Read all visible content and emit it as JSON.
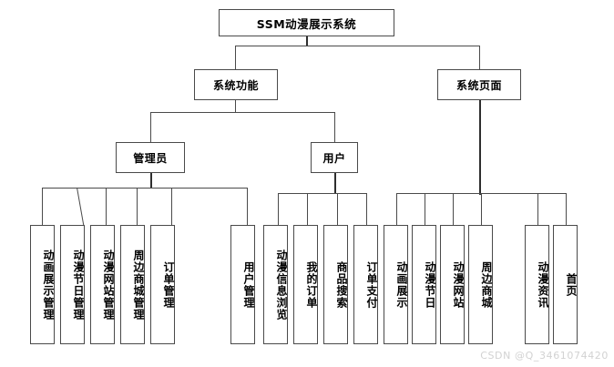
{
  "diagram": {
    "title": "SSM动漫展示系统",
    "type": "tree",
    "nodes": {
      "root": {
        "label": "SSM动漫展示系统",
        "orientation": "horizontal"
      },
      "level2": [
        {
          "id": "system-functions",
          "label": "系统功能",
          "orientation": "horizontal"
        },
        {
          "id": "system-pages",
          "label": "系统页面",
          "orientation": "horizontal"
        }
      ],
      "level3": [
        {
          "id": "admin",
          "label": "管理员",
          "orientation": "horizontal"
        },
        {
          "id": "user",
          "label": "用户",
          "orientation": "horizontal"
        }
      ],
      "admin_children": [
        {
          "id": "anim-show-mgmt",
          "label": "动画展示管理"
        },
        {
          "id": "anim-festival-mgmt",
          "label": "动漫节日管理"
        },
        {
          "id": "anim-website-mgmt",
          "label": "动漫网站管理"
        },
        {
          "id": "mall-mgmt",
          "label": "周边商城管理"
        },
        {
          "id": "order-mgmt",
          "label": "订单管理"
        },
        {
          "id": "user-mgmt",
          "label": "用户管理"
        }
      ],
      "user_children": [
        {
          "id": "anim-info-browse",
          "label": "动漫信息浏览"
        },
        {
          "id": "my-orders",
          "label": "我的订单"
        },
        {
          "id": "product-search",
          "label": "商品搜索"
        },
        {
          "id": "order-payment",
          "label": "订单支付"
        }
      ],
      "page_children": [
        {
          "id": "page-anim-show",
          "label": "动画展示"
        },
        {
          "id": "page-anim-festival",
          "label": "动漫节日"
        },
        {
          "id": "page-anim-website",
          "label": "动漫网站"
        },
        {
          "id": "page-mall",
          "label": "周边商城"
        },
        {
          "id": "page-anim-news",
          "label": "动漫资讯"
        },
        {
          "id": "page-home",
          "label": "首页"
        }
      ]
    },
    "colors": {
      "background": "#ffffff",
      "border": "#4a4a4a",
      "text": "#000000",
      "connector": "#4a4a4a",
      "watermark": "#d2d2d2"
    }
  },
  "watermark": {
    "text": "CSDN @Q_3461074420"
  }
}
